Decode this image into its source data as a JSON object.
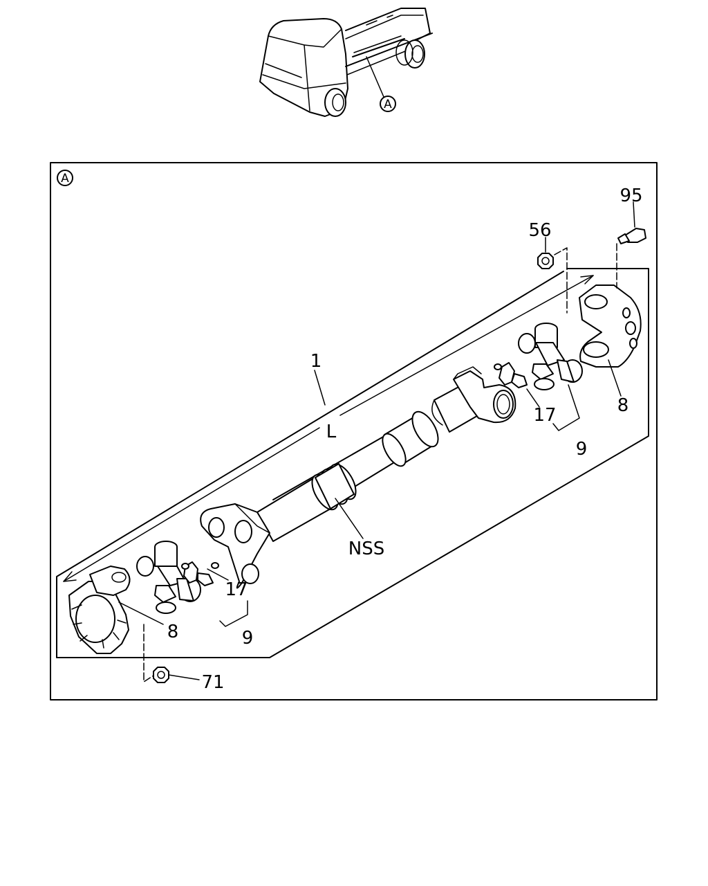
{
  "callout_marker": "A",
  "labels": {
    "p1": "1",
    "length": "L",
    "p8_right": "8",
    "p8_left": "8",
    "p9_right": "9",
    "p9_left": "9",
    "p17_right": "17",
    "p17_left": "17",
    "p56": "56",
    "p95": "95",
    "p71": "71",
    "nss": "NSS"
  }
}
